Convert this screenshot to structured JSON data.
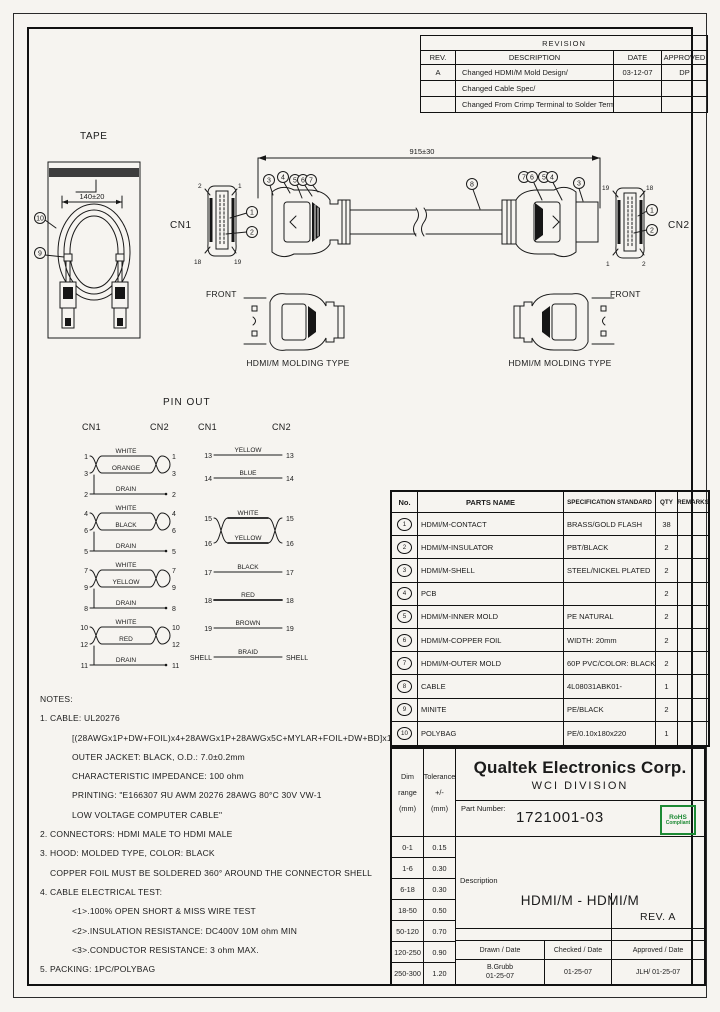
{
  "sheet": {
    "paper": "#f6f4f0",
    "ink": "#1b1b1b",
    "accent_green": "#1d8a34"
  },
  "revision": {
    "title": "REVISION",
    "headers": {
      "rev": "REV.",
      "description": "DESCRIPTION",
      "date": "DATE",
      "approved": "APPROVED"
    },
    "rows": [
      {
        "rev": "A",
        "description": "Changed HDMI/M Mold Design/",
        "date": "03-12-07",
        "approved": "DP"
      },
      {
        "rev": "",
        "description": "Changed Cable Spec/",
        "date": "",
        "approved": ""
      },
      {
        "rev": "",
        "description": "Changed From Crimp Terminal to Solder Termina",
        "date": "",
        "approved": ""
      }
    ]
  },
  "drawing": {
    "tape_label": "TAPE",
    "coil_dim": "140±20",
    "overall_dim": "915±30",
    "cn1": "CN1",
    "cn2": "CN2",
    "front": "FRONT",
    "molding_caption": "HDMI/M MOLDING TYPE",
    "cn1_pins": {
      "tl": "2",
      "tr": "1",
      "bl": "18",
      "br": "19"
    },
    "cn2_pins": {
      "tl": "19",
      "tr": "18",
      "bl": "1",
      "br": "2"
    },
    "balloons": {
      "contact": "1",
      "insulator": "2",
      "shell": "3",
      "pcb": "4",
      "inner_mold": "5",
      "copper_foil": "6",
      "outer_mold": "7",
      "cable": "8",
      "tie": "9",
      "polybag": "10"
    }
  },
  "pinout": {
    "title": "PIN OUT",
    "headers": [
      "CN1",
      "CN2",
      "CN1",
      "CN2"
    ],
    "left_groups": [
      {
        "pins": [
          "1",
          "3",
          "2"
        ],
        "wires": [
          "WHITE",
          "ORANGE",
          "DRAIN"
        ]
      },
      {
        "pins": [
          "4",
          "6",
          "5"
        ],
        "wires": [
          "WHITE",
          "BLACK",
          "DRAIN"
        ]
      },
      {
        "pins": [
          "7",
          "9",
          "8"
        ],
        "wires": [
          "WHITE",
          "YELLOW",
          "DRAIN"
        ]
      },
      {
        "pins": [
          "10",
          "12",
          "11"
        ],
        "wires": [
          "WHITE",
          "RED",
          "DRAIN"
        ]
      }
    ],
    "right_rows": [
      {
        "pin": "13",
        "wire": "YELLOW"
      },
      {
        "pin": "14",
        "wire": "BLUE"
      },
      {
        "pin": "17",
        "wire": "BLACK"
      },
      {
        "pin": "18",
        "wire": "RED"
      },
      {
        "pin": "19",
        "wire": "BROWN"
      },
      {
        "pin": "SHELL",
        "wire": "BRAID"
      }
    ],
    "right_pair": {
      "pins": [
        "15",
        "16"
      ],
      "wires": [
        "WHITE",
        "YELLOW"
      ]
    }
  },
  "parts": {
    "headers": {
      "no": "No.",
      "name": "PARTS NAME",
      "spec": "SPECIFICATION STANDARD",
      "qty": "QTY",
      "remarks": "REMARKS"
    },
    "rows": [
      {
        "no": "1",
        "name": "HDMI/M-CONTACT",
        "spec": "BRASS/GOLD FLASH",
        "qty": "38",
        "remarks": ""
      },
      {
        "no": "2",
        "name": "HDMI/M-INSULATOR",
        "spec": "PBT/BLACK",
        "qty": "2",
        "remarks": ""
      },
      {
        "no": "3",
        "name": "HDMI/M-SHELL",
        "spec": "STEEL/NICKEL PLATED",
        "qty": "2",
        "remarks": ""
      },
      {
        "no": "4",
        "name": "PCB",
        "spec": "",
        "qty": "2",
        "remarks": ""
      },
      {
        "no": "5",
        "name": "HDMI/M-INNER MOLD",
        "spec": "PE NATURAL",
        "qty": "2",
        "remarks": ""
      },
      {
        "no": "6",
        "name": "HDMI/M-COPPER FOIL",
        "spec": "WIDTH: 20mm",
        "qty": "2",
        "remarks": ""
      },
      {
        "no": "7",
        "name": "HDMI/M-OUTER MOLD",
        "spec": "60P PVC/COLOR: BLACK",
        "qty": "2",
        "remarks": ""
      },
      {
        "no": "8",
        "name": "CABLE",
        "spec": "4L08031ABK01-",
        "qty": "1",
        "remarks": ""
      },
      {
        "no": "9",
        "name": "MINITE",
        "spec": "PE/BLACK",
        "qty": "2",
        "remarks": ""
      },
      {
        "no": "10",
        "name": "POLYBAG",
        "spec": "PE/0.10x180x220",
        "qty": "1",
        "remarks": ""
      }
    ]
  },
  "notes": {
    "lines": [
      "NOTES:",
      "1. CABLE: UL20276",
      "[(28AWGx1P+DW+FOIL)x4+28AWGx1P+28AWGx5C+MYLAR+FOIL+DW+BD]x1",
      "OUTER JACKET: BLACK, O.D.: 7.0±0.2mm",
      "CHARACTERISTIC IMPEDANCE: 100 ohm",
      "PRINTING: \"E166307 ЯU AWM 20276 28AWG 80°C 30V VW-1",
      "LOW VOLTAGE COMPUTER CABLE\"",
      "2. CONNECTORS: HDMI MALE TO HDMI MALE",
      "3. HOOD: MOLDED TYPE, COLOR: BLACK",
      "COPPER FOIL MUST BE SOLDERED 360° AROUND THE CONNECTOR SHELL",
      "4. CABLE ELECTRICAL TEST:",
      "<1>.100% OPEN SHORT & MISS WIRE TEST",
      "<2>.INSULATION RESISTANCE: DC400V 10M ohm MIN",
      "<3>.CONDUCTOR RESISTANCE: 3 ohm MAX.",
      "5. PACKING: 1PC/POLYBAG"
    ]
  },
  "title_block": {
    "dim_header": [
      "Dim",
      "range",
      "(mm)"
    ],
    "tol_header": [
      "Tolerance",
      "+/-",
      "(mm)"
    ],
    "tolerances": [
      {
        "range": "0-1",
        "tol": "0.15"
      },
      {
        "range": "1-6",
        "tol": "0.30"
      },
      {
        "range": "6-18",
        "tol": "0.30"
      },
      {
        "range": "18-50",
        "tol": "0.50"
      },
      {
        "range": "50-120",
        "tol": "0.70"
      },
      {
        "range": "120-250",
        "tol": "0.90"
      },
      {
        "range": "250-300",
        "tol": "1.20"
      }
    ],
    "company": "Qualtek Electronics Corp.",
    "division": "WCI  DIVISION",
    "part_number_label": "Part Number:",
    "part_number": "1721001-03",
    "rohs": {
      "line1": "RoHS",
      "line2": "Compliant"
    },
    "description_label": "Description",
    "description": "HDMI/M - HDMI/M",
    "rev": "REV. A",
    "drawn_label": "Drawn / Date",
    "checked_label": "Checked / Date",
    "approved_label": "Approved / Date",
    "drawn_name": "B.Grubb",
    "drawn_date": "01-25-07",
    "checked": "01-25-07",
    "approved": "JLH/ 01-25-07"
  }
}
